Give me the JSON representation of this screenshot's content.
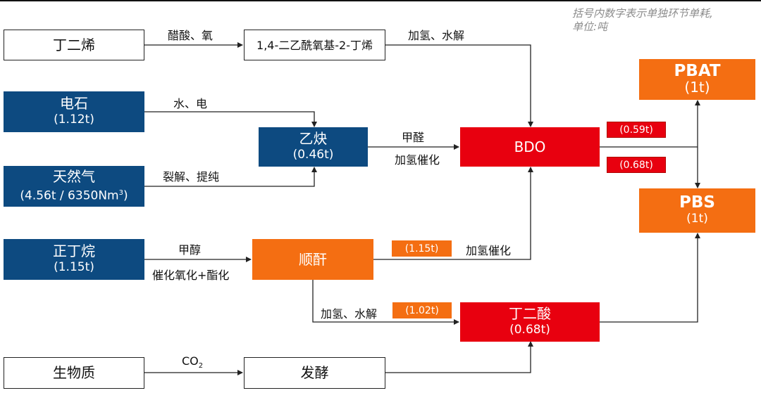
{
  "note": {
    "line1": "括号内数字表示单独环节单耗,",
    "line2": "单位:吨"
  },
  "nodes": {
    "butadiene": {
      "name": "丁二烯"
    },
    "diacetoxy": {
      "name": "1,4-二乙酰氧基-2-丁烯"
    },
    "carbide": {
      "name": "电石",
      "value": "(1.12t)"
    },
    "acetylene": {
      "name": "乙炔",
      "value": "(0.46t)"
    },
    "natgas": {
      "name": "天然气",
      "value_prefix": "(4.56t / 6350Nm",
      "value_sup": "3",
      "value_suffix": ")"
    },
    "bdo": {
      "name": "BDO"
    },
    "pbat": {
      "name": "PBAT",
      "value": "(1t)"
    },
    "pbs": {
      "name": "PBS",
      "value": "(1t)"
    },
    "butane": {
      "name": "正丁烷",
      "value": "(1.15t)"
    },
    "anhydride": {
      "name": "顺酐"
    },
    "succinic": {
      "name": "丁二酸",
      "value": "(0.68t)"
    },
    "biomass": {
      "name": "生物质"
    },
    "ferment": {
      "name": "发酵"
    }
  },
  "edge_labels": {
    "acetic_oxygen": "醋酸、氧",
    "hydro_hydrolysis_top": "加氢、水解",
    "water_power": "水、电",
    "formaldehyde": "甲醛",
    "hydro_catalysis_1": "加氢催化",
    "cracking": "裂解、提纯",
    "methanol": "甲醇",
    "catalytic_oxidation": "催化氧化+酯化",
    "hydro_catalysis_2": "加氢催化",
    "hydro_hydrolysis_bottom": "加氢、水解",
    "co2_base": "CO",
    "co2_sub": "2"
  },
  "tags": {
    "bdo_to_pbat": "(0.59t)",
    "bdo_to_pbs": "(0.68t)",
    "anhydride_to_bdo": "(1.15t)",
    "anhydride_to_succinic": "(1.02t)"
  },
  "colors": {
    "navy": "#0d4a80",
    "orange": "#f46e12",
    "red": "#e8000f"
  }
}
